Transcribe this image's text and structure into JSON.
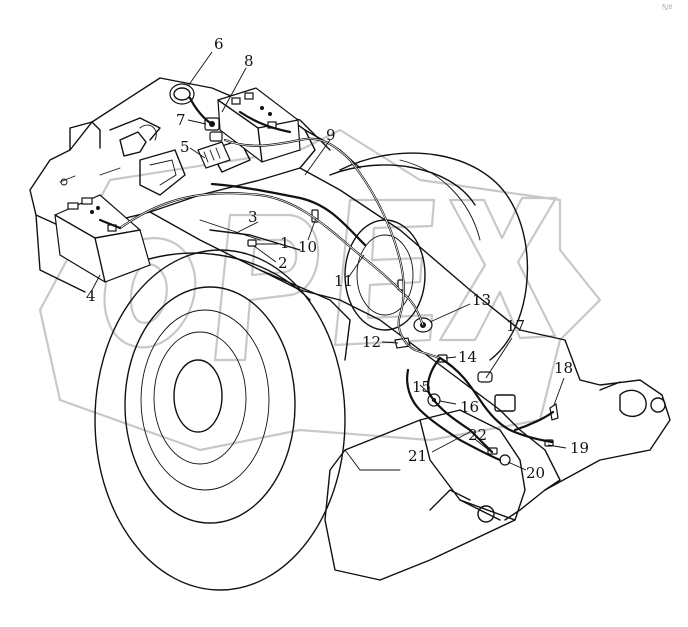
{
  "corner_mark": "ℕº",
  "callouts": [
    {
      "id": "1",
      "label": "1"
    },
    {
      "id": "2",
      "label": "2"
    },
    {
      "id": "3",
      "label": "3"
    },
    {
      "id": "4",
      "label": "4"
    },
    {
      "id": "5",
      "label": "5"
    },
    {
      "id": "6",
      "label": "6"
    },
    {
      "id": "7",
      "label": "7"
    },
    {
      "id": "8",
      "label": "8"
    },
    {
      "id": "9",
      "label": "9"
    },
    {
      "id": "10",
      "label": "10"
    },
    {
      "id": "11",
      "label": "11"
    },
    {
      "id": "12",
      "label": "12"
    },
    {
      "id": "13",
      "label": "13"
    },
    {
      "id": "14",
      "label": "14"
    },
    {
      "id": "15",
      "label": "15"
    },
    {
      "id": "16",
      "label": "16"
    },
    {
      "id": "17",
      "label": "17"
    },
    {
      "id": "18",
      "label": "18"
    },
    {
      "id": "19",
      "label": "19"
    },
    {
      "id": "20",
      "label": "20"
    },
    {
      "id": "21",
      "label": "21"
    },
    {
      "id": "22",
      "label": "22"
    }
  ],
  "watermark": {
    "text": "OPEX",
    "color": "#c8c8c8"
  }
}
